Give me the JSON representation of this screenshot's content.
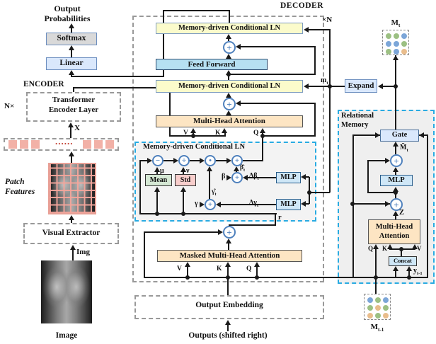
{
  "colors": {
    "green": "#9cc083",
    "blue": "#7ca6d8",
    "orange": "#e9bd8c",
    "line": "#1a1a1a",
    "accent_cyan": "#29abe2",
    "yellow_box": "#fbfbcb",
    "blue_box": "#dae8fc",
    "lightblue_box": "#b6e0f2",
    "mlp_box": "#cfe7f7",
    "orange_box": "#fde5c3",
    "green_box": "#d5e8d4",
    "pink_box": "#f8cecc",
    "gray_box": "#d9d9d9",
    "patch_pink": "#f2b1a7"
  },
  "ops": {
    "plus": "+",
    "minus": "−",
    "divide": "÷",
    "dot": "•"
  },
  "encoder": {
    "title": "ENCODER",
    "n_times": "N×",
    "output_line1": "Output",
    "output_line2": "Probabilities",
    "softmax": "Softmax",
    "linear": "Linear",
    "layer_line1": "Transformer",
    "layer_line2": "Encoder Layer",
    "x_label": "X",
    "patch_line1": "Patch",
    "patch_line2": "Features",
    "patch_dots": "......",
    "visual_extractor": "Visual Extractor",
    "img_label": "Img",
    "image_caption": "Image"
  },
  "decoder": {
    "title": "DECODER",
    "times_n": "×N",
    "mcln_top": "Memory-driven Conditional LN",
    "feed_forward": "Feed Forward",
    "mcln_mid": "Memory-driven Conditional LN",
    "mha": "Multi-Head Attention",
    "v": "V",
    "k": "K",
    "q": "Q",
    "masked_mha": "Masked Multi-Head Attention",
    "mv": "V",
    "mk": "K",
    "mq": "Q",
    "output_embedding": "Output Embedding",
    "outputs_shifted": "Outputs (shifted right)"
  },
  "mcln_detail": {
    "title": "Memory-driven Conditional LN",
    "mu": "μ",
    "nu": "ν",
    "mean": "Mean",
    "std": "Std",
    "beta": "β",
    "beta_hat": {
      "main": "β̂",
      "sub": "t"
    },
    "delta_beta": {
      "main": "Δβ",
      "sub": "t"
    },
    "gamma": "γ",
    "gamma_hat": {
      "main": "γ̂",
      "sub": "t"
    },
    "delta_gamma": {
      "main": "Δγ",
      "sub": "t"
    },
    "mlp1": "MLP",
    "mlp2": "MLP",
    "r": "r"
  },
  "memory": {
    "m_small": {
      "main": "m",
      "sub": "t"
    },
    "expand": "Expand",
    "m_t": {
      "main": "M",
      "sub": "t"
    },
    "m_t1": {
      "main": "M",
      "sub": "t-1"
    },
    "m_t_grid": [
      [
        "green",
        "green",
        "blue"
      ],
      [
        "blue",
        "blue",
        "green"
      ],
      [
        "green",
        "blue",
        "orange"
      ]
    ],
    "m_t1_grid": [
      [
        "blue",
        "green",
        "blue"
      ],
      [
        "green",
        "orange",
        "green"
      ],
      [
        "orange",
        "green",
        "orange"
      ]
    ]
  },
  "relational_memory": {
    "title_line1": "Relational",
    "title_line2": "Memory",
    "gate": "Gate",
    "m_tilde": {
      "main": "M̃",
      "sub": "t"
    },
    "mlp": "MLP",
    "z": "Z",
    "mha_line1": "Multi-Head",
    "mha_line2": "Attention",
    "q": "Q",
    "k": "K",
    "v": "V",
    "concat": "Concat",
    "y_t1": {
      "main": "y",
      "sub": "t-1"
    }
  }
}
